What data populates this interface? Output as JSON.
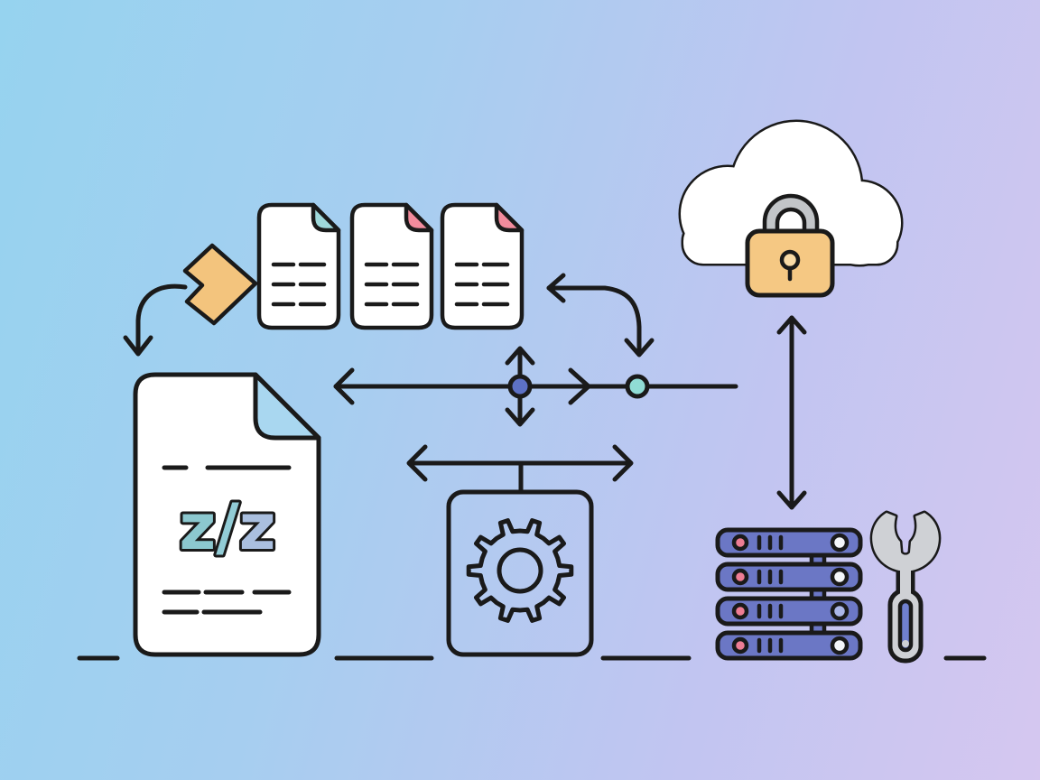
{
  "illustration": {
    "main_document": {
      "fraction_numerator": "z",
      "fraction_slash": "/",
      "fraction_denominator": "z"
    },
    "colors": {
      "background_start": "#96d3ef",
      "background_end": "#d5c7f0",
      "outline": "#1a1a1a",
      "paper_white": "#ffffff",
      "fold_teal": "#9ed8da",
      "fold_pink": "#f28b9c",
      "fold_sky_blue": "#a9d7f0",
      "arrow_orange": "#f3c47d",
      "lock_body_orange": "#f5c883",
      "lock_keyhole": "#f8daa6",
      "lock_shackle_gray": "#c2c5c8",
      "node_purple": "#5d71c5",
      "node_teal": "#90dcd5",
      "server_body_blue": "#6b77c5",
      "server_dot_pink": "#ee7d94",
      "server_port_white": "#f4f6fa",
      "wrench_gray": "#cfd1d5",
      "wrench_slot_blue": "#7080ce",
      "z_left_fill": "#8cc8cf",
      "z_slash_fill": "#92ccd6",
      "z_right_fill": "#aabfdf"
    },
    "icons": [
      "orange-right-arrow-icon",
      "curved-arrow-down-left-icon",
      "small-document-icon-1",
      "small-document-icon-2",
      "small-document-icon-3",
      "main-document-icon",
      "horizontal-flow-arrow",
      "vertical-flow-arrow",
      "purple-node-dot",
      "teal-node-dot",
      "curved-arrow-down-right-icon",
      "double-headed-arrow-horizontal",
      "settings-box-icon",
      "gear-icon",
      "cloud-icon",
      "padlock-icon",
      "double-headed-arrow-vertical",
      "server-stack-icon",
      "wrench-icon",
      "ground-line"
    ]
  }
}
